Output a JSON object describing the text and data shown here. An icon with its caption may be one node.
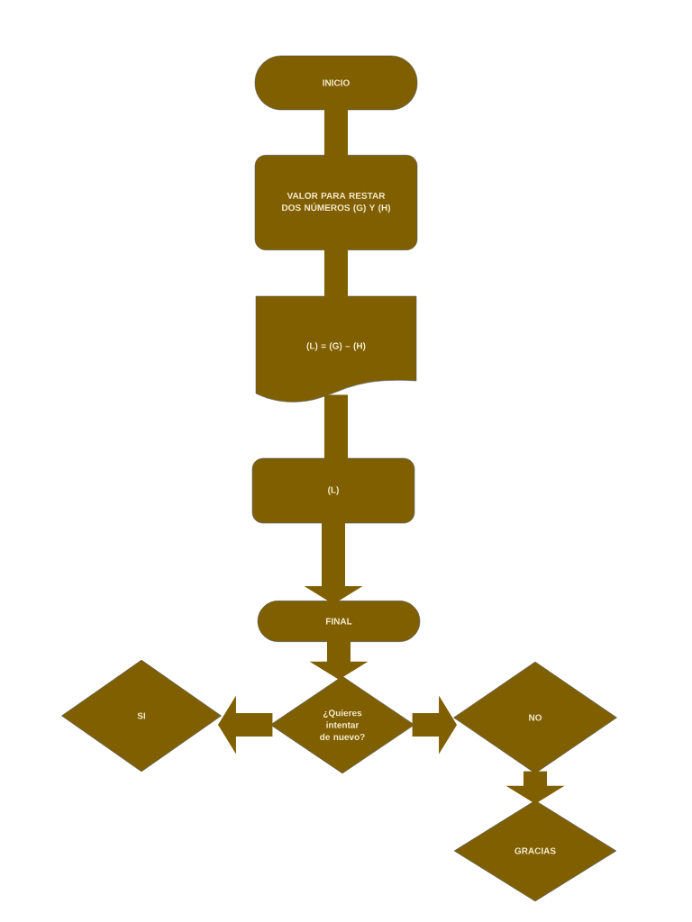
{
  "diagram": {
    "nodes": [
      {
        "text": [
          "INICIO"
        ]
      },
      {
        "text": [
          "VALOR PARA RESTAR DOS NÚMEROS (G) Y (H)"
        ]
      },
      {
        "text": [
          "(L) = (G) – (H)"
        ]
      },
      {
        "text": [
          "(L)"
        ]
      },
      {
        "text": [
          "FINAL"
        ]
      },
      {
        "text": [
          "SI"
        ]
      },
      {
        "text": [
          "¿Quieres intentar de nuevo?"
        ]
      },
      {
        "text": [
          "NO"
        ]
      },
      {
        "text": [
          "GRACIAS"
        ]
      }
    ],
    "edges": [
      {
        "from": 0,
        "to": 1,
        "arrow": "none"
      },
      {
        "from": 1,
        "to": 2,
        "arrow": "none"
      },
      {
        "from": 2,
        "to": 3,
        "arrow": "none"
      },
      {
        "from": 3,
        "to": 4,
        "arrow": "to"
      },
      {
        "from": 4,
        "to": 6,
        "arrow": "to"
      },
      {
        "from": 6,
        "to": 5,
        "arrow": "to"
      },
      {
        "from": 6,
        "to": 7,
        "arrow": "to"
      },
      {
        "from": 7,
        "to": 8,
        "arrow": "to"
      }
    ]
  }
}
